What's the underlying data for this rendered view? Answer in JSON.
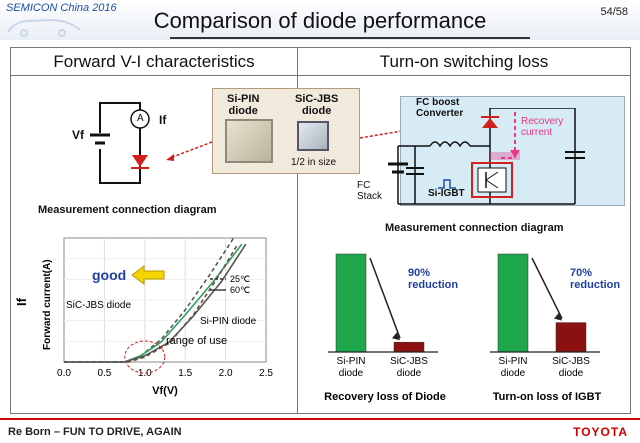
{
  "header": {
    "conference": "SEMICON China 2016",
    "title": "Comparison of diode performance",
    "page_number": "54/58"
  },
  "left_panel": {
    "heading": "Forward V-I characteristics",
    "circuit": {
      "vf_label": "Vf",
      "ammeter_symbol": "A",
      "if_label": "If"
    },
    "circuit_caption": "Measurement connection diagram",
    "chips": {
      "si_pin": "Si-PIN\ndiode",
      "sic_jbs": "SiC-JBS\ndiode",
      "size_note": "1/2 in size"
    }
  },
  "right_panel": {
    "heading": "Turn-on switching loss",
    "converter_label": "FC boost\nConverter",
    "recovery_label": "Recovery\ncurrent",
    "fc_stack_label": "FC\nStack",
    "igbt_label": "Si-IGBT",
    "circuit_caption": "Measurement connection diagram"
  },
  "chart_data": [
    {
      "type": "line",
      "title": "",
      "xlabel": "Vf(V)",
      "ylabel": "Forward current(A)",
      "y_axis_symbol": "If",
      "xlim": [
        0,
        2.5
      ],
      "x_ticks": [
        "0.0",
        "0.5",
        "1.0",
        "1.5",
        "2.0",
        "2.5"
      ],
      "legend": [
        {
          "name": "25℃",
          "style": "dashed"
        },
        {
          "name": "60℃",
          "style": "solid"
        }
      ],
      "annotations": [
        "good",
        "SiC-JBS diode",
        "Si-PIN diode",
        "range of use"
      ],
      "series": [
        {
          "name": "SiC-JBS diode 25℃",
          "x": [
            0.0,
            0.75,
            0.95,
            1.2,
            1.5,
            1.8,
            2.1
          ],
          "y": [
            0,
            0,
            0.05,
            0.18,
            0.42,
            0.7,
            1.0
          ]
        },
        {
          "name": "SiC-JBS diode 60℃",
          "x": [
            0.0,
            0.75,
            0.95,
            1.2,
            1.5,
            1.85,
            2.2
          ],
          "y": [
            0,
            0,
            0.05,
            0.16,
            0.38,
            0.65,
            0.95
          ]
        },
        {
          "name": "Si-PIN diode 25℃",
          "x": [
            0.0,
            0.8,
            1.0,
            1.3,
            1.6,
            1.9,
            2.15
          ],
          "y": [
            0,
            0,
            0.04,
            0.15,
            0.38,
            0.68,
            0.95
          ]
        },
        {
          "name": "Si-PIN diode 60℃",
          "x": [
            0.0,
            0.75,
            1.0,
            1.3,
            1.6,
            1.95,
            2.25
          ],
          "y": [
            0,
            0,
            0.05,
            0.16,
            0.37,
            0.65,
            0.95
          ]
        }
      ]
    },
    {
      "type": "bar",
      "title": "Recovery loss of Diode",
      "categories": [
        "Si-PIN\ndiode",
        "SiC-JBS\ndiode"
      ],
      "values": [
        100,
        10
      ],
      "colors": [
        "#1ea64a",
        "#8b1010"
      ],
      "annotation": "90%\nreduction"
    },
    {
      "type": "bar",
      "title": "Turn-on loss of IGBT",
      "categories": [
        "Si-PIN\ndiode",
        "SiC-JBS\ndiode"
      ],
      "values": [
        100,
        30
      ],
      "colors": [
        "#1ea64a",
        "#8b1010"
      ],
      "annotation": "70%\nreduction"
    }
  ],
  "footer": {
    "tagline": "Re Born – FUN TO DRIVE, AGAIN",
    "brand": "TOYOTA"
  }
}
